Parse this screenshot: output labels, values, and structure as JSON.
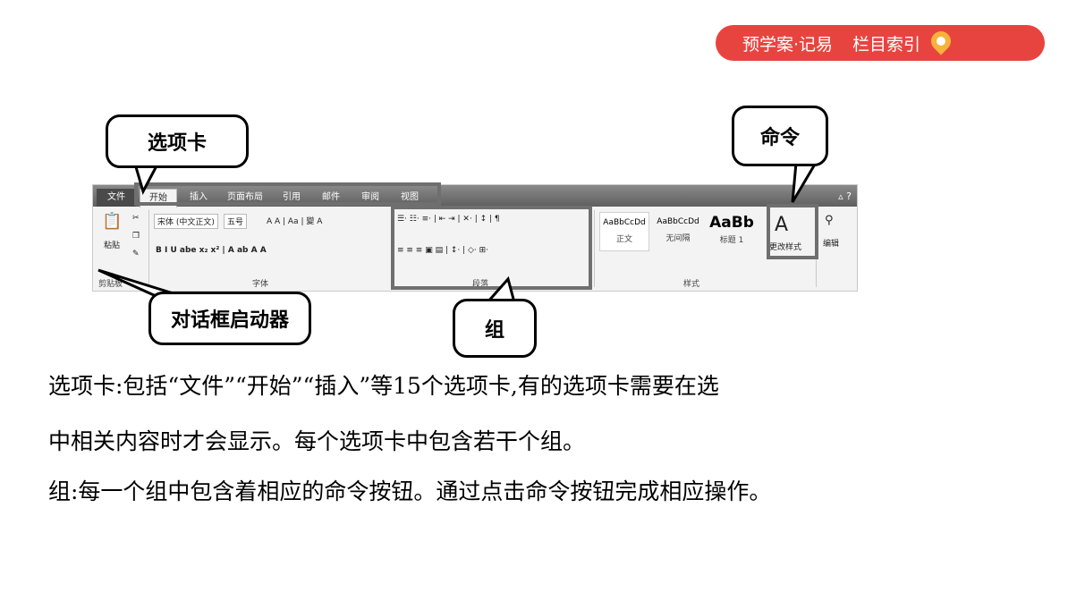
{
  "nav": {
    "section_text": "预学案·记易",
    "index_text": "栏目索引",
    "icon": "map-marker-icon"
  },
  "ribbon": {
    "tabs": [
      "文件",
      "开始",
      "插入",
      "页面布局",
      "引用",
      "邮件",
      "审阅",
      "视图"
    ],
    "clipboard": {
      "paste_label": "粘贴",
      "group_label": "剪贴板"
    },
    "font": {
      "font_name": "宋体 (中文正文)",
      "font_size": "五号",
      "group_label": "字体",
      "row1": "A A | Aa | 變 A",
      "row2": "B I U abe x₂ x² | A ab A A"
    },
    "paragraph": {
      "group_label": "段落"
    },
    "styles": {
      "group_label": "样式",
      "items": [
        {
          "sample": "AaBbCcDd",
          "name": "正文"
        },
        {
          "sample": "AaBbCcDd",
          "name": "无间隔"
        },
        {
          "sample": "AaBb",
          "name": "标题 1"
        }
      ],
      "change_styles": "更改样式"
    },
    "editing": {
      "label": "编辑"
    }
  },
  "callouts": {
    "tabs": "选项卡",
    "command": "命令",
    "dialog_launcher": "对话框启动器",
    "group": "组"
  },
  "paragraphs": [
    "选项卡:包括“文件”“开始”“插入”等15个选项卡,有的选项卡需要在选",
    "中相关内容时才会显示。每个选项卡中包含若干个组。",
    "组:每一个组中包含着相应的命令按钮。通过点击命令按钮完成相应操作。"
  ]
}
